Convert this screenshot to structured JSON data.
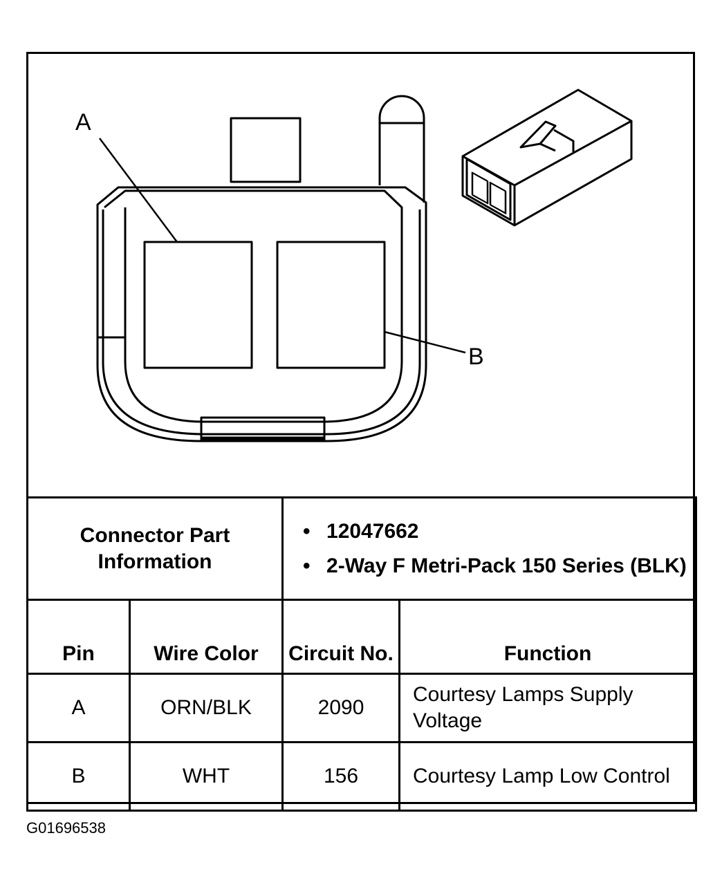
{
  "diagram": {
    "callouts": [
      "A",
      "B"
    ]
  },
  "connector_info": {
    "label": "Connector Part Information",
    "values": [
      "12047662",
      "2-Way F Metri-Pack 150 Series (BLK)"
    ]
  },
  "pin_table": {
    "headers": [
      "Pin",
      "Wire Color",
      "Circuit No.",
      "Function"
    ],
    "rows": [
      [
        "A",
        "ORN/BLK",
        "2090",
        "Courtesy Lamps Supply Voltage"
      ],
      [
        "B",
        "WHT",
        "156",
        "Courtesy Lamp Low Control"
      ]
    ]
  },
  "figure_id": "G01696538"
}
